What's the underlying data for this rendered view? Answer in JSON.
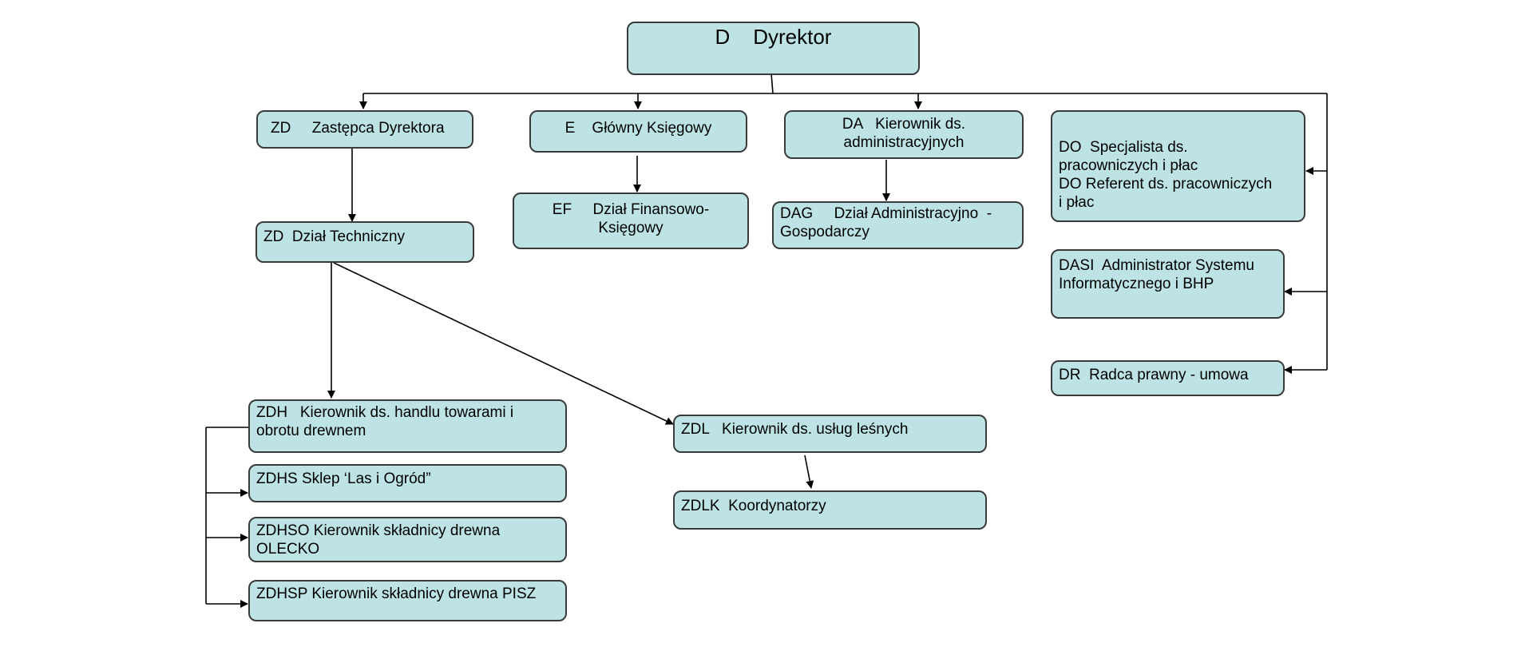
{
  "diagram": {
    "nodes": {
      "dyrektor": [
        "D    Dyrektor"
      ],
      "zastepca": [
        "ZD     Zastępca Dyrektora"
      ],
      "ksiegowy": [
        "E    Główny Księgowy"
      ],
      "kierownik_admin": [
        "DA   Kierownik ds.",
        "administracyjnych"
      ],
      "specjalista": [
        "DO  Specjalista ds.",
        "pracowniczych i płac",
        "DO Referent ds. pracowniczych",
        "i płac"
      ],
      "dzial_techniczny": [
        "ZD  Dział Techniczny"
      ],
      "dzial_finansowy": [
        "EF     Dział Finansowo-",
        "Księgowy"
      ],
      "dzial_administracyjny": [
        "DAG     Dział Administracyjno  -",
        "Gospodarczy"
      ],
      "administrator": [
        "DASI  Administrator Systemu",
        "Informatycznego i BHP"
      ],
      "radca": [
        "DR  Radca prawny - umowa"
      ],
      "zdh": [
        "ZDH   Kierownik ds. handlu towarami i",
        "obrotu drewnem"
      ],
      "zdl": [
        "ZDL   Kierownik ds. usług leśnych"
      ],
      "zdhs": [
        "ZDHS Sklep ‘Las i Ogród”"
      ],
      "zdlk": [
        "ZDLK  Koordynatorzy"
      ],
      "zdhso": [
        "ZDHSO Kierownik składnicy drewna",
        "OLECKO"
      ],
      "zdhsp": [
        "ZDHSP Kierownik składnicy drewna PISZ"
      ]
    },
    "colors": {
      "box_fill": "#bde3e4",
      "box_border": "#3a3a3a",
      "line": "#000000"
    }
  }
}
